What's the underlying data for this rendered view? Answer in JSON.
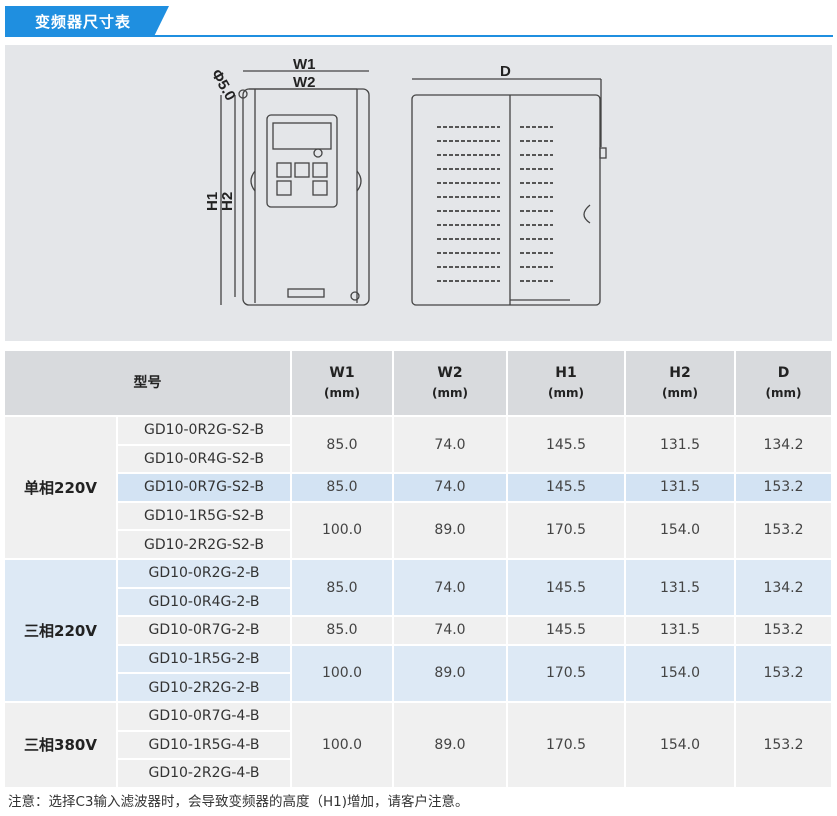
{
  "header": {
    "title": "变频器尺寸表"
  },
  "drawing": {
    "labels": {
      "w1": "W1",
      "w2": "W2",
      "h1": "H1",
      "h2": "H2",
      "d": "D",
      "hole": "Φ5.0"
    }
  },
  "table": {
    "columns": [
      {
        "label": "型号",
        "unit": ""
      },
      {
        "label": "W1",
        "unit": "(mm)"
      },
      {
        "label": "W2",
        "unit": "(mm)"
      },
      {
        "label": "H1",
        "unit": "(mm)"
      },
      {
        "label": "H2",
        "unit": "(mm)"
      },
      {
        "label": "D",
        "unit": "(mm)"
      }
    ],
    "groups": [
      {
        "category": "单相220V",
        "models": [
          "GD10-0R2G-S2-B",
          "GD10-0R4G-S2-B",
          "GD10-0R7G-S2-B",
          "GD10-1R5G-S2-B",
          "GD10-2R2G-S2-B"
        ],
        "blocks": [
          {
            "w1": "85.0",
            "w2": "74.0",
            "h1": "145.5",
            "h2": "131.5",
            "d": "134.2"
          },
          {
            "w1": "85.0",
            "w2": "74.0",
            "h1": "145.5",
            "h2": "131.5",
            "d": "153.2"
          },
          {
            "w1": "100.0",
            "w2": "89.0",
            "h1": "170.5",
            "h2": "154.0",
            "d": "153.2"
          }
        ]
      },
      {
        "category": "三相220V",
        "models": [
          "GD10-0R2G-2-B",
          "GD10-0R4G-2-B",
          "GD10-0R7G-2-B",
          "GD10-1R5G-2-B",
          "GD10-2R2G-2-B"
        ],
        "blocks": [
          {
            "w1": "85.0",
            "w2": "74.0",
            "h1": "145.5",
            "h2": "131.5",
            "d": "134.2"
          },
          {
            "w1": "85.0",
            "w2": "74.0",
            "h1": "145.5",
            "h2": "131.5",
            "d": "153.2"
          },
          {
            "w1": "100.0",
            "w2": "89.0",
            "h1": "170.5",
            "h2": "154.0",
            "d": "153.2"
          }
        ]
      },
      {
        "category": "三相380V",
        "models": [
          "GD10-0R7G-4-B",
          "GD10-1R5G-4-B",
          "GD10-2R2G-4-B"
        ],
        "blocks": [
          {
            "w1": "100.0",
            "w2": "89.0",
            "h1": "170.5",
            "h2": "154.0",
            "d": "153.2"
          }
        ]
      }
    ]
  },
  "note": "注意：选择C3输入滤波器时，会导致变频器的高度（H1)增加，请客户注意。"
}
